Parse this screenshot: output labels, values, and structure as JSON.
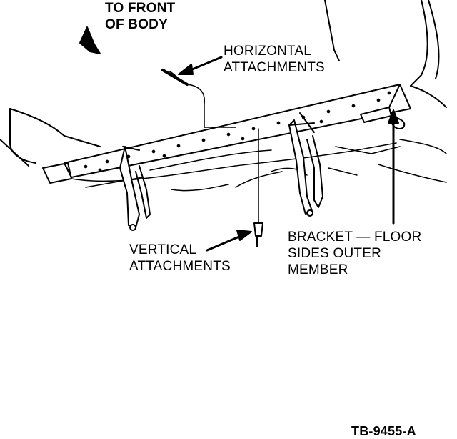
{
  "labels": {
    "front_line1": "TO FRONT",
    "front_line2": "OF BODY",
    "horizontal_line1": "HORIZONTAL",
    "horizontal_line2": "ATTACHMENTS",
    "vertical_line1": "VERTICAL",
    "vertical_line2": "ATTACHMENTS",
    "bracket_line1": "BRACKET — FLOOR",
    "bracket_line2": "SIDES OUTER",
    "bracket_line3": "MEMBER",
    "figure_id": "TB-9455-A"
  },
  "colors": {
    "ink": "#000000",
    "paper": "#ffffff"
  }
}
